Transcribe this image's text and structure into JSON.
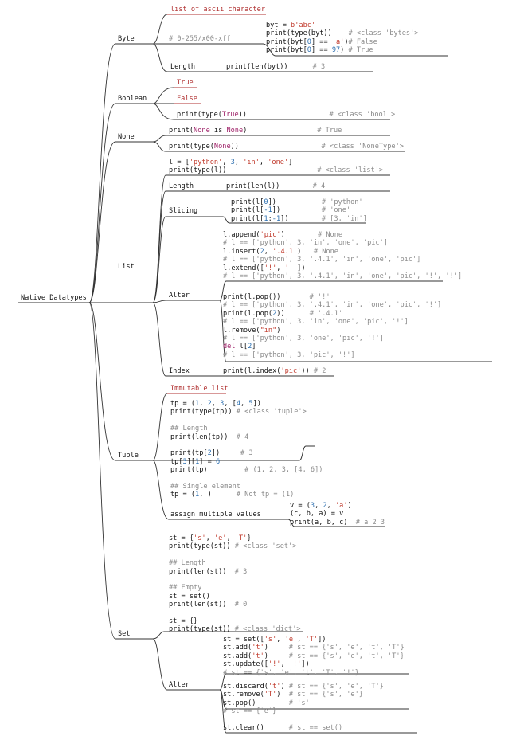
{
  "root": "Native Datatypes",
  "branches": {
    "byte": {
      "label": "Byte",
      "ascii_title": "list of ascii character",
      "range": "# 0-255/x00-xff",
      "code": [
        [
          {
            "t": "byt = "
          },
          {
            "t": "b'abc'",
            "c": "s"
          }
        ],
        [
          {
            "t": "print(type(byt))    "
          },
          {
            "t": "# <class 'bytes'>",
            "c": "c"
          }
        ],
        [
          {
            "t": "print(byt["
          },
          {
            "t": "0",
            "c": "n"
          },
          {
            "t": "] == "
          },
          {
            "t": "'a'",
            "c": "s"
          },
          {
            "t": ")"
          },
          {
            "t": "# False",
            "c": "c"
          }
        ],
        [
          {
            "t": "print(byt["
          },
          {
            "t": "0",
            "c": "n"
          },
          {
            "t": "] == "
          },
          {
            "t": "97",
            "c": "n"
          },
          {
            "t": ") "
          },
          {
            "t": "# True",
            "c": "c"
          }
        ]
      ],
      "length_label": "Length",
      "length_code": [
        [
          {
            "t": "print(len(byt))      "
          },
          {
            "t": "# 3",
            "c": "c"
          }
        ]
      ]
    },
    "boolean": {
      "label": "Boolean",
      "true_label": "True",
      "false_label": "False",
      "code": [
        [
          {
            "t": "print(type("
          },
          {
            "t": "True",
            "c": "k"
          },
          {
            "t": "))                    "
          },
          {
            "t": "# <class 'bool'>",
            "c": "c"
          }
        ]
      ]
    },
    "none": {
      "label": "None",
      "code1": [
        [
          {
            "t": "print("
          },
          {
            "t": "None",
            "c": "k"
          },
          {
            "t": " is "
          },
          {
            "t": "None",
            "c": "k"
          },
          {
            "t": ")                 "
          },
          {
            "t": "# True",
            "c": "c"
          }
        ]
      ],
      "code2": [
        [
          {
            "t": "print(type("
          },
          {
            "t": "None",
            "c": "k"
          },
          {
            "t": "))                    "
          },
          {
            "t": "# <class 'NoneType'>",
            "c": "c"
          }
        ]
      ]
    },
    "list": {
      "label": "List",
      "intro": [
        [
          {
            "t": "l = ["
          },
          {
            "t": "'python'",
            "c": "s"
          },
          {
            "t": ", "
          },
          {
            "t": "3",
            "c": "n"
          },
          {
            "t": ", "
          },
          {
            "t": "'in'",
            "c": "s"
          },
          {
            "t": ", "
          },
          {
            "t": "'one'",
            "c": "s"
          },
          {
            "t": "]"
          }
        ],
        [
          {
            "t": "print(type(l))                      "
          },
          {
            "t": "# <class 'list'>",
            "c": "c"
          }
        ]
      ],
      "length_label": "Length",
      "length_code": [
        [
          {
            "t": "print(len(l))        "
          },
          {
            "t": "# 4",
            "c": "c"
          }
        ]
      ],
      "slicing_label": "Slicing",
      "slicing_code": [
        [
          {
            "t": "print(l["
          },
          {
            "t": "0",
            "c": "n"
          },
          {
            "t": "])           "
          },
          {
            "t": "# 'python'",
            "c": "c"
          }
        ],
        [
          {
            "t": "print(l["
          },
          {
            "t": "-1",
            "c": "n"
          },
          {
            "t": "])          "
          },
          {
            "t": "# 'one'",
            "c": "c"
          }
        ],
        [
          {
            "t": "print(l["
          },
          {
            "t": "1",
            "c": "n"
          },
          {
            "t": ":"
          },
          {
            "t": "-1",
            "c": "n"
          },
          {
            "t": "])        "
          },
          {
            "t": "# [3, 'in']",
            "c": "c"
          }
        ]
      ],
      "alter_label": "Alter",
      "alter_code_a": [
        [
          {
            "t": "l.append("
          },
          {
            "t": "'pic'",
            "c": "s"
          },
          {
            "t": ")        "
          },
          {
            "t": "# None",
            "c": "c"
          }
        ],
        [
          {
            "t": "# l == ['python', 3, 'in', 'one', 'pic']",
            "c": "c"
          }
        ],
        [
          {
            "t": "l.insert("
          },
          {
            "t": "2",
            "c": "n"
          },
          {
            "t": ", "
          },
          {
            "t": "'.4.1'",
            "c": "s"
          },
          {
            "t": ")   "
          },
          {
            "t": "# None",
            "c": "c"
          }
        ],
        [
          {
            "t": "# l == ['python', 3, '.4.1', 'in', 'one', 'pic']",
            "c": "c"
          }
        ],
        [
          {
            "t": "l.extend(["
          },
          {
            "t": "'!'",
            "c": "s"
          },
          {
            "t": ", "
          },
          {
            "t": "'!'",
            "c": "s"
          },
          {
            "t": "])"
          }
        ],
        [
          {
            "t": "# l == ['python', 3, '.4.1', 'in', 'one', 'pic', '!', '!']",
            "c": "c"
          }
        ]
      ],
      "alter_code_b": [
        [
          {
            "t": "print(l.pop())       "
          },
          {
            "t": "# '!'",
            "c": "c"
          }
        ],
        [
          {
            "t": "# l == ['python', 3, '.4.1', 'in', 'one', 'pic', '!']",
            "c": "c"
          }
        ],
        [
          {
            "t": "print(l.pop("
          },
          {
            "t": "2",
            "c": "n"
          },
          {
            "t": "))      "
          },
          {
            "t": "# '.4.1'",
            "c": "c"
          }
        ],
        [
          {
            "t": "# l == ['python', 3, 'in', 'one', 'pic', '!']",
            "c": "c"
          }
        ],
        [
          {
            "t": "l.remove("
          },
          {
            "t": "\"in\"",
            "c": "s"
          },
          {
            "t": ")"
          }
        ],
        [
          {
            "t": "# l == ['python', 3, 'one', 'pic', '!']",
            "c": "c"
          }
        ],
        [
          {
            "t": "del",
            "c": "k"
          },
          {
            "t": " l["
          },
          {
            "t": "2",
            "c": "n"
          },
          {
            "t": "]"
          }
        ],
        [
          {
            "t": "# l == ['python', 3, 'pic', '!']",
            "c": "c"
          }
        ]
      ],
      "index_label": "Index",
      "index_code": [
        [
          {
            "t": "print(l.index("
          },
          {
            "t": "'pic'",
            "c": "s"
          },
          {
            "t": ")) "
          },
          {
            "t": "# 2",
            "c": "c"
          }
        ]
      ]
    },
    "tuple": {
      "label": "Tuple",
      "immutable": "Immutable list",
      "code": [
        [
          {
            "t": "tp = ("
          },
          {
            "t": "1",
            "c": "n"
          },
          {
            "t": ", "
          },
          {
            "t": "2",
            "c": "n"
          },
          {
            "t": ", "
          },
          {
            "t": "3",
            "c": "n"
          },
          {
            "t": ", ["
          },
          {
            "t": "4",
            "c": "n"
          },
          {
            "t": ", "
          },
          {
            "t": "5",
            "c": "n"
          },
          {
            "t": "])"
          }
        ],
        [
          {
            "t": "print(type(tp)) "
          },
          {
            "t": "# <class 'tuple'>",
            "c": "c"
          }
        ],
        [
          {
            "t": ""
          }
        ],
        [
          {
            "t": "## Length",
            "c": "c"
          }
        ],
        [
          {
            "t": "print(len(tp))  "
          },
          {
            "t": "# 4",
            "c": "c"
          }
        ],
        [
          {
            "t": ""
          }
        ],
        [
          {
            "t": "print(tp["
          },
          {
            "t": "2",
            "c": "n"
          },
          {
            "t": "])     "
          },
          {
            "t": "# 3",
            "c": "c"
          }
        ],
        [
          {
            "t": "tp["
          },
          {
            "t": "3",
            "c": "n"
          },
          {
            "t": "]["
          },
          {
            "t": "1",
            "c": "n"
          },
          {
            "t": "] = "
          },
          {
            "t": "6",
            "c": "n"
          }
        ],
        [
          {
            "t": "print(tp)         "
          },
          {
            "t": "# (1, 2, 3, [4, 6])",
            "c": "c"
          }
        ],
        [
          {
            "t": ""
          }
        ],
        [
          {
            "t": "## Single element",
            "c": "c"
          }
        ],
        [
          {
            "t": "tp = ("
          },
          {
            "t": "1",
            "c": "n"
          },
          {
            "t": ", )      "
          },
          {
            "t": "# Not tp = (1)",
            "c": "c"
          }
        ]
      ],
      "assign_label": "assign multiple values",
      "assign_code": [
        [
          {
            "t": "v = ("
          },
          {
            "t": "3",
            "c": "n"
          },
          {
            "t": ", "
          },
          {
            "t": "2",
            "c": "n"
          },
          {
            "t": ", "
          },
          {
            "t": "'a'",
            "c": "s"
          },
          {
            "t": ")"
          }
        ],
        [
          {
            "t": "(c, b, a) = v"
          }
        ],
        [
          {
            "t": "print(a, b, c)  "
          },
          {
            "t": "# a 2 3",
            "c": "c"
          }
        ]
      ]
    },
    "set": {
      "label": "Set",
      "code": [
        [
          {
            "t": "st = {"
          },
          {
            "t": "'s'",
            "c": "s"
          },
          {
            "t": ", "
          },
          {
            "t": "'e'",
            "c": "s"
          },
          {
            "t": ", "
          },
          {
            "t": "'T'",
            "c": "s"
          },
          {
            "t": "}"
          }
        ],
        [
          {
            "t": "print(type(st)) "
          },
          {
            "t": "# <class 'set'>",
            "c": "c"
          }
        ],
        [
          {
            "t": ""
          }
        ],
        [
          {
            "t": "## Length",
            "c": "c"
          }
        ],
        [
          {
            "t": "print(len(st))  "
          },
          {
            "t": "# 3",
            "c": "c"
          }
        ],
        [
          {
            "t": ""
          }
        ],
        [
          {
            "t": "## Empty",
            "c": "c"
          }
        ],
        [
          {
            "t": "st = set()"
          }
        ],
        [
          {
            "t": "print(len(st))  "
          },
          {
            "t": "# 0",
            "c": "c"
          }
        ],
        [
          {
            "t": ""
          }
        ],
        [
          {
            "t": "st = {}"
          }
        ],
        [
          {
            "t": "print(type(st)) "
          },
          {
            "t": "# <class 'dict'>",
            "c": "c"
          }
        ]
      ],
      "alter_label": "Alter",
      "alter_code_a": [
        [
          {
            "t": "st = set(["
          },
          {
            "t": "'s'",
            "c": "s"
          },
          {
            "t": ", "
          },
          {
            "t": "'e'",
            "c": "s"
          },
          {
            "t": ", "
          },
          {
            "t": "'T'",
            "c": "s"
          },
          {
            "t": "])"
          }
        ],
        [
          {
            "t": "st.add("
          },
          {
            "t": "'t'",
            "c": "s"
          },
          {
            "t": ")     "
          },
          {
            "t": "# st == {'s', 'e', 't', 'T'}",
            "c": "c"
          }
        ],
        [
          {
            "t": "st.add("
          },
          {
            "t": "'t'",
            "c": "s"
          },
          {
            "t": ")     "
          },
          {
            "t": "# st == {'s', 'e', 't', 'T'}",
            "c": "c"
          }
        ],
        [
          {
            "t": "st.update(["
          },
          {
            "t": "'!'",
            "c": "s"
          },
          {
            "t": ", "
          },
          {
            "t": "'!'",
            "c": "s"
          },
          {
            "t": "])"
          }
        ],
        [
          {
            "t": "# st == {'s', 'e', 't', 'T', '!'}",
            "c": "c"
          }
        ]
      ],
      "alter_code_b": [
        [
          {
            "t": "st.discard("
          },
          {
            "t": "'t'",
            "c": "s"
          },
          {
            "t": ") "
          },
          {
            "t": "# st == {'s', 'e', 'T'}",
            "c": "c"
          }
        ],
        [
          {
            "t": "st.remove("
          },
          {
            "t": "'T'",
            "c": "s"
          },
          {
            "t": ")  "
          },
          {
            "t": "# st == {'s', 'e'}",
            "c": "c"
          }
        ],
        [
          {
            "t": "st.pop()        "
          },
          {
            "t": "# 's'",
            "c": "c"
          }
        ],
        [
          {
            "t": "# st == {'e'}",
            "c": "c"
          }
        ]
      ],
      "alter_code_c": [
        [
          {
            "t": "st.clear()      "
          },
          {
            "t": "# st == set()",
            "c": "c"
          }
        ]
      ]
    }
  }
}
